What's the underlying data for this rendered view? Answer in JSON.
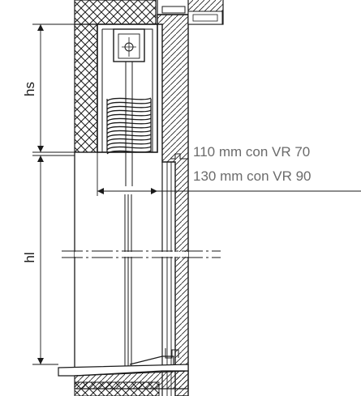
{
  "dimensions": {
    "hs_label": "hs",
    "hl_label": "hl"
  },
  "notes": {
    "line1": "110 mm con VR 70",
    "line2": "130 mm con VR 90"
  },
  "colors": {
    "line": "#1a1a1a",
    "note_text": "#6b6b6b",
    "background": "#ffffff"
  }
}
